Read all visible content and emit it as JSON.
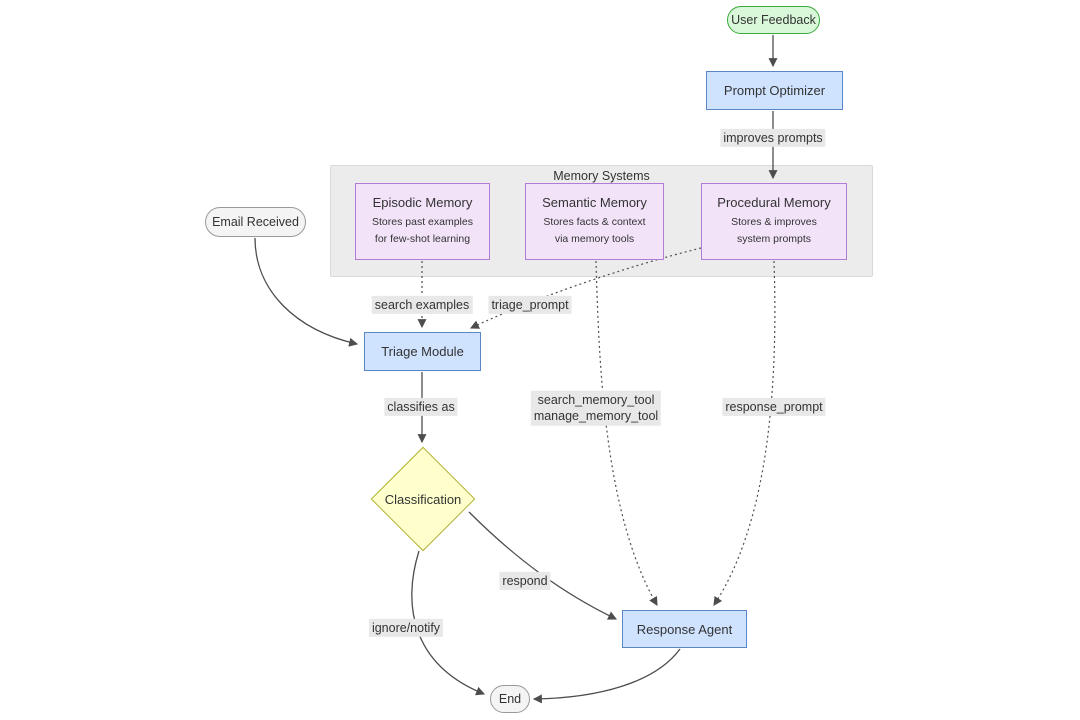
{
  "diagram": {
    "background": "#ffffff",
    "edge_color": "#4d4d4d",
    "edge_label_bg": "#e8e8e8",
    "cluster": {
      "title": "Memory Systems",
      "fill": "#ececec",
      "stroke": "#d9d9d9"
    },
    "nodes": {
      "user_feedback": {
        "label": "User Feedback",
        "fill": "#d9f7d9",
        "stroke": "#3ba93b"
      },
      "prompt_optimizer": {
        "label": "Prompt Optimizer",
        "fill": "#cfe3ff",
        "stroke": "#5a87c6"
      },
      "episodic_memory": {
        "title": "Episodic Memory",
        "desc1": "Stores past examples",
        "desc2": "for few-shot learning",
        "fill": "#f2e3f9",
        "stroke": "#b07cd6"
      },
      "semantic_memory": {
        "title": "Semantic Memory",
        "desc1": "Stores facts & context",
        "desc2": "via memory tools",
        "fill": "#f2e3f9",
        "stroke": "#b07cd6"
      },
      "procedural_memory": {
        "title": "Procedural Memory",
        "desc1": "Stores & improves",
        "desc2": "system prompts",
        "fill": "#f2e3f9",
        "stroke": "#b07cd6"
      },
      "email_received": {
        "label": "Email Received",
        "fill": "#f4f4f4",
        "stroke": "#999999"
      },
      "triage_module": {
        "label": "Triage Module",
        "fill": "#cfe3ff",
        "stroke": "#5a87c6"
      },
      "classification": {
        "label": "Classification",
        "fill": "#ffffcd",
        "stroke": "#b2b23a"
      },
      "response_agent": {
        "label": "Response Agent",
        "fill": "#cfe3ff",
        "stroke": "#5a87c6"
      },
      "end": {
        "label": "End",
        "fill": "#f4f4f4",
        "stroke": "#999999"
      }
    },
    "edge_labels": {
      "improves_prompts": "improves prompts",
      "search_examples": "search examples",
      "triage_prompt": "triage_prompt",
      "classifies_as": "classifies as",
      "search_memory_tool": "search_memory_tool",
      "manage_memory_tool": "manage_memory_tool",
      "response_prompt": "response_prompt",
      "respond": "respond",
      "ignore_notify": "ignore/notify"
    }
  }
}
